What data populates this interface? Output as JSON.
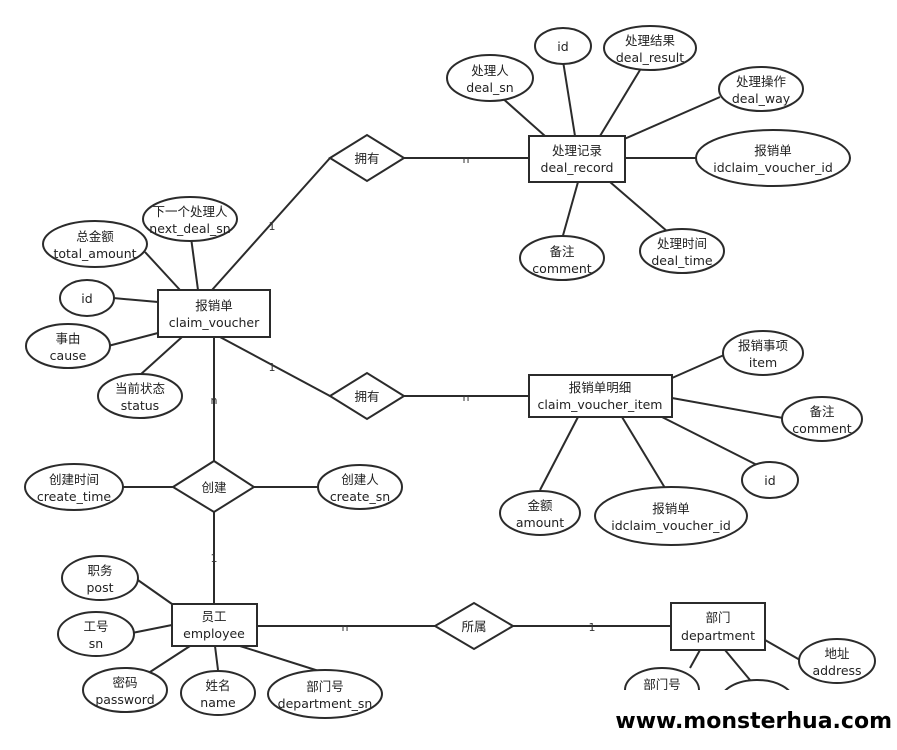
{
  "entities": [
    {
      "id": "deal_record",
      "zh": "处理记录",
      "en": "deal_record"
    },
    {
      "id": "claim_voucher",
      "zh": "报销单",
      "en": "claim_voucher"
    },
    {
      "id": "claim_voucher_item",
      "zh": "报销单明细",
      "en": "claim_voucher_item"
    },
    {
      "id": "employee",
      "zh": "员工",
      "en": "employee"
    },
    {
      "id": "department",
      "zh": "部门",
      "en": "department"
    }
  ],
  "relationships": [
    {
      "id": "rel_has_deal",
      "label": "拥有"
    },
    {
      "id": "rel_has_item",
      "label": "拥有"
    },
    {
      "id": "rel_create",
      "label": "创建"
    },
    {
      "id": "rel_belongs",
      "label": "所属"
    }
  ],
  "attributes": [
    {
      "id": "dr_id",
      "zh": "id",
      "en": ""
    },
    {
      "id": "dr_deal_sn",
      "zh": "处理人",
      "en": "deal_sn"
    },
    {
      "id": "dr_deal_result",
      "zh": "处理结果",
      "en": "deal_result"
    },
    {
      "id": "dr_deal_way",
      "zh": "处理操作",
      "en": "deal_way"
    },
    {
      "id": "dr_idclaim",
      "zh": "报销单",
      "en": "idclaim_voucher_id"
    },
    {
      "id": "dr_comment",
      "zh": "备注",
      "en": "comment"
    },
    {
      "id": "dr_deal_time",
      "zh": "处理时间",
      "en": "deal_time"
    },
    {
      "id": "cv_next_deal",
      "zh": "下一个处理人",
      "en": "next_deal_sn"
    },
    {
      "id": "cv_total",
      "zh": "总金额",
      "en": "total_amount"
    },
    {
      "id": "cv_id",
      "zh": "id",
      "en": ""
    },
    {
      "id": "cv_cause",
      "zh": "事由",
      "en": "cause"
    },
    {
      "id": "cv_status",
      "zh": "当前状态",
      "en": "status"
    },
    {
      "id": "cr_create_time",
      "zh": "创建时间",
      "en": "create_time"
    },
    {
      "id": "cr_create_sn",
      "zh": "创建人",
      "en": "create_sn"
    },
    {
      "id": "ci_item",
      "zh": "报销事项",
      "en": "item"
    },
    {
      "id": "ci_comment",
      "zh": "备注",
      "en": "comment"
    },
    {
      "id": "ci_id",
      "zh": "id",
      "en": ""
    },
    {
      "id": "ci_idclaim",
      "zh": "报销单",
      "en": "idclaim_voucher_id"
    },
    {
      "id": "ci_amount",
      "zh": "金额",
      "en": "amount"
    },
    {
      "id": "em_post",
      "zh": "职务",
      "en": "post"
    },
    {
      "id": "em_sn",
      "zh": "工号",
      "en": "sn"
    },
    {
      "id": "em_password",
      "zh": "密码",
      "en": "password"
    },
    {
      "id": "em_name",
      "zh": "姓名",
      "en": "name"
    },
    {
      "id": "em_department_sn",
      "zh": "部门号",
      "en": "department_sn"
    },
    {
      "id": "dp_address",
      "zh": "地址",
      "en": "address"
    },
    {
      "id": "dp_dept_no",
      "zh": "部门号",
      "en": ""
    }
  ],
  "cardinalities": {
    "deal_one": "1",
    "deal_many": "n",
    "item_one": "1",
    "item_many": "n",
    "create_many": "n",
    "create_one": "1",
    "belong_many": "n",
    "belong_one": "1"
  },
  "watermark": "www.monsterhua.com",
  "colors": {
    "stroke": "#2b2b2b",
    "background": "#ffffff",
    "text": "#222222"
  }
}
